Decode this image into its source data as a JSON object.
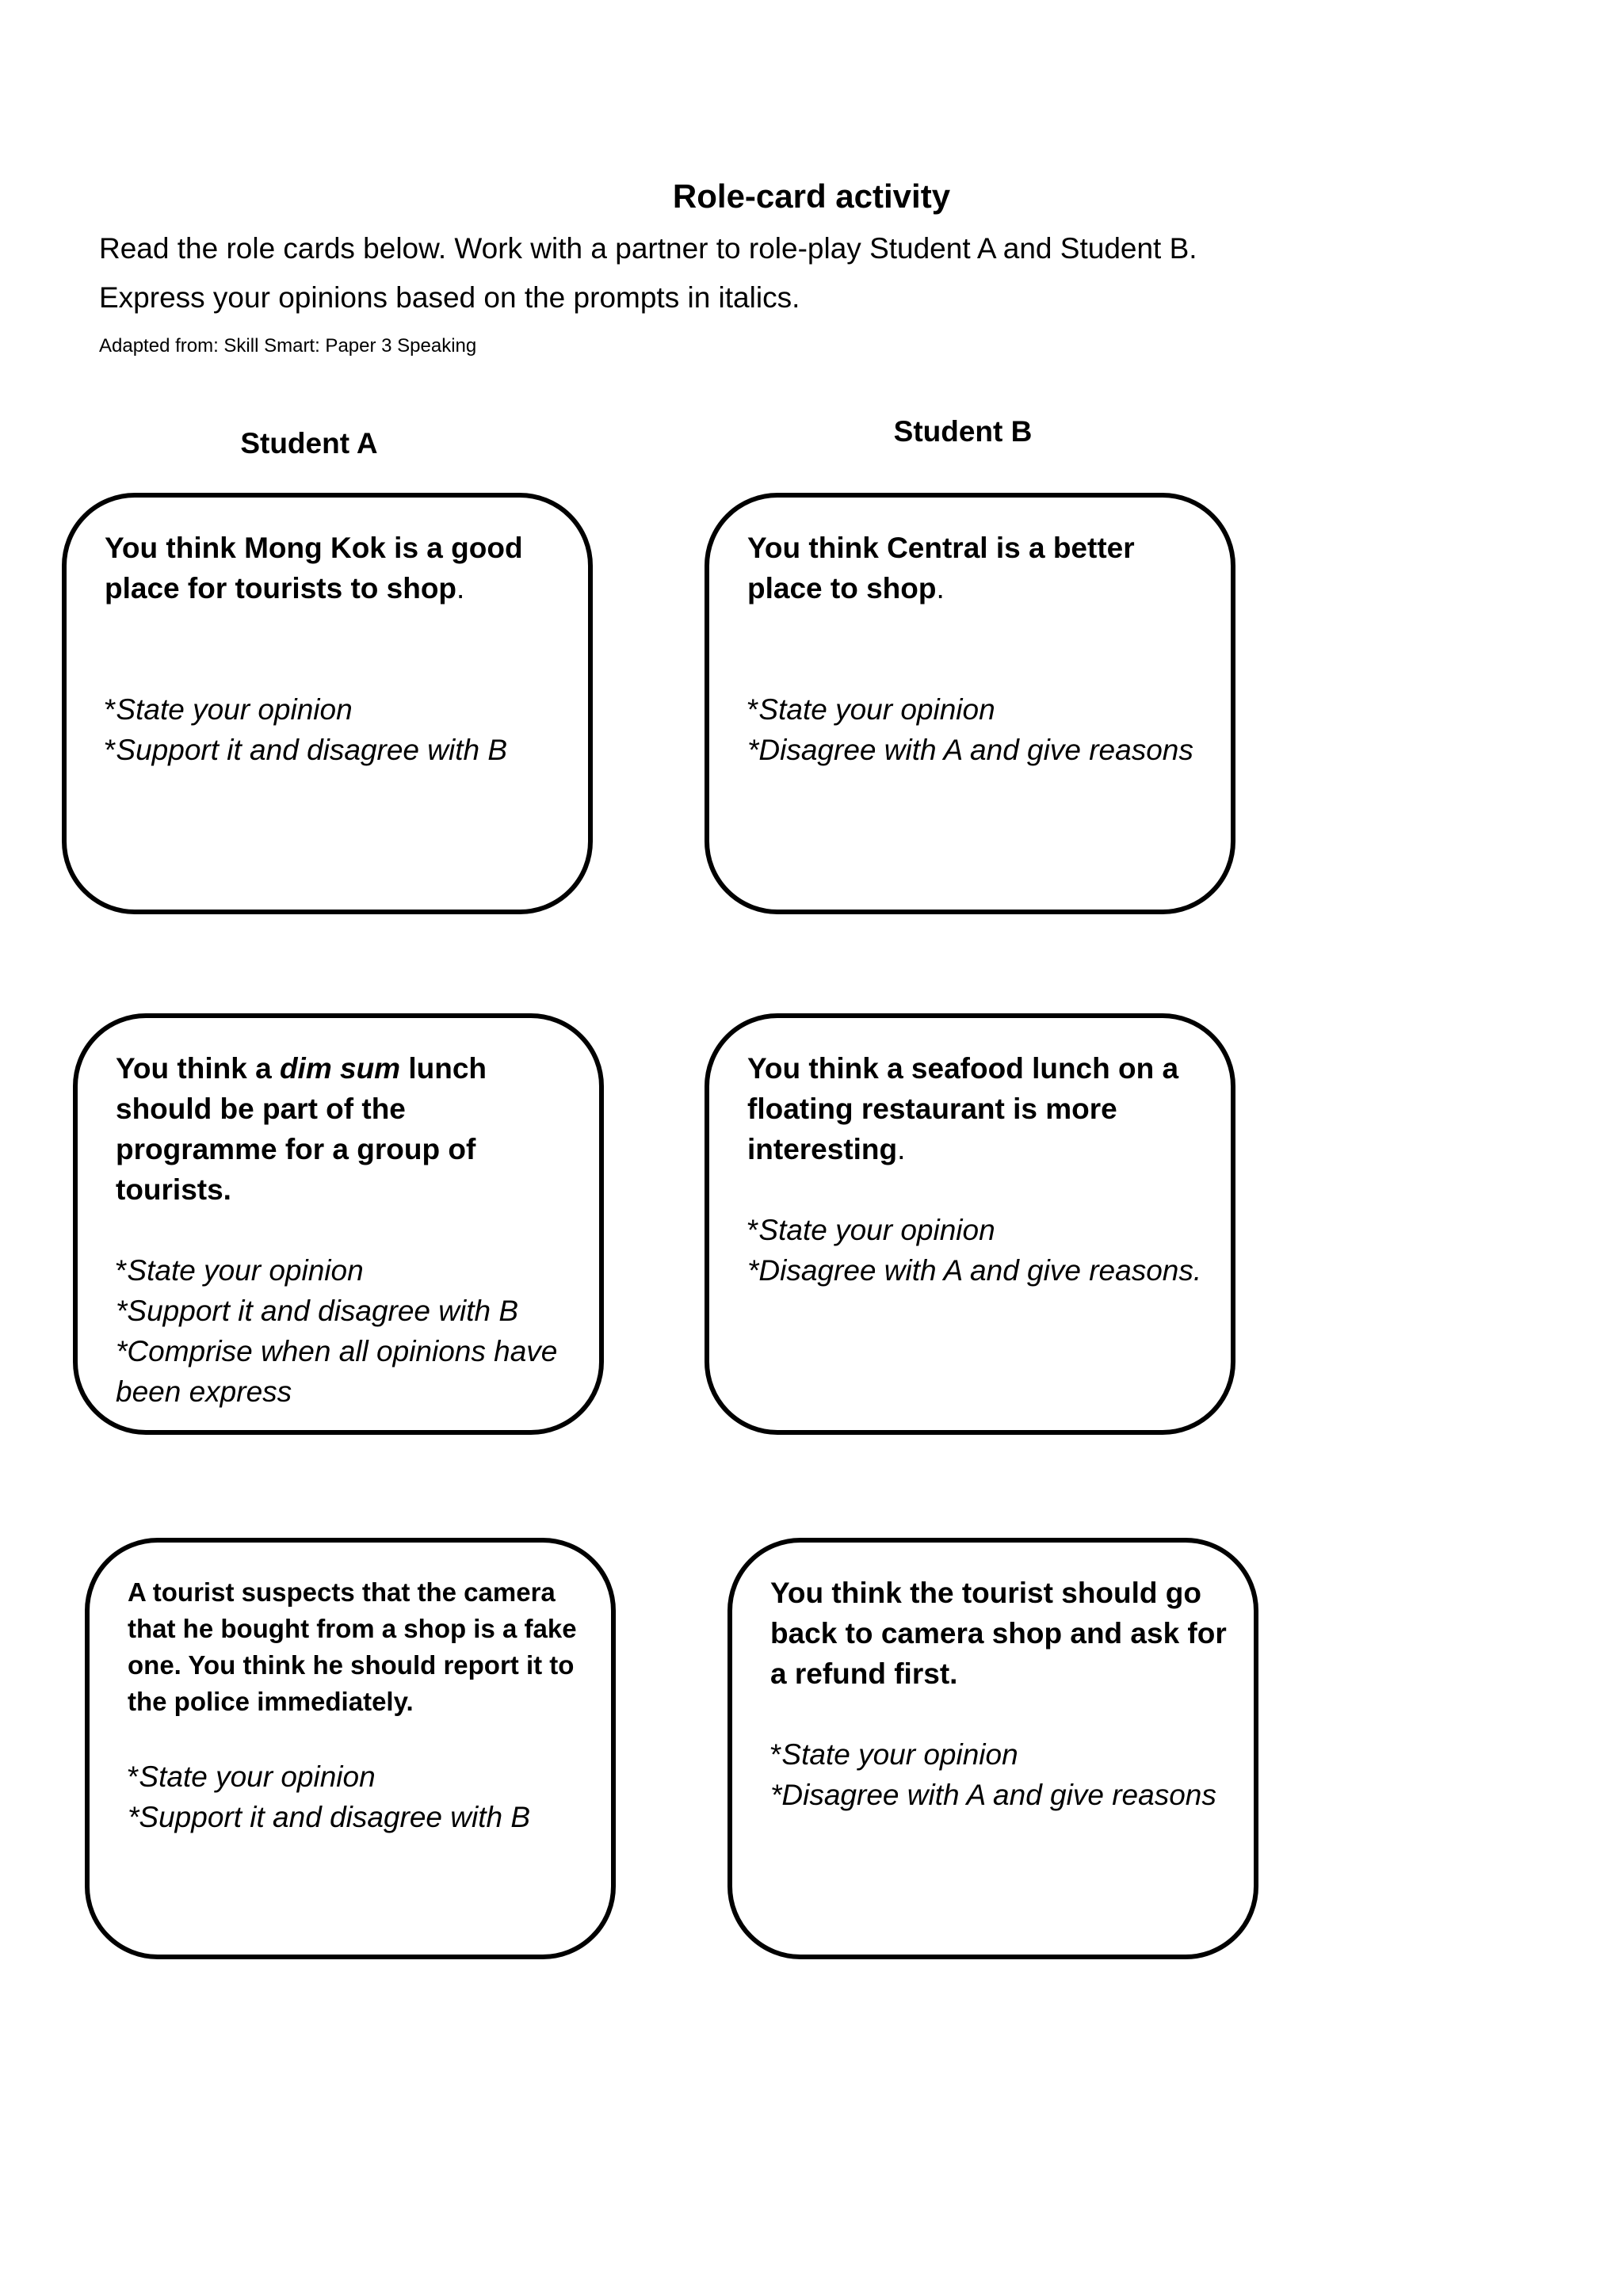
{
  "title": "Role-card activity",
  "instructions": {
    "line1": "Read the role cards below. Work with a partner to role-play Student A and Student B.",
    "line2": "Express your opinions based on the prompts in italics.",
    "source": "Adapted from: Skill Smart: Paper 3 Speaking"
  },
  "columns": {
    "student_a": "Student A",
    "student_b": "Student B"
  },
  "cards": {
    "a1": {
      "lead": "You think Mong Kok is a good place for tourists to shop",
      "lead_end": ".",
      "prompts": [
        "State your opinion",
        "Support it and disagree with B"
      ]
    },
    "b1": {
      "lead": "You think Central is a better place to shop",
      "lead_end": ".",
      "prompts": [
        "State your opinion",
        "Disagree with A and give reasons"
      ]
    },
    "a2": {
      "lead_pre": "You think a ",
      "lead_em": "dim sum",
      "lead_post": " lunch should be part of the programme for a group of tourists.",
      "prompts": [
        "State your opinion",
        "Support it and disagree with B",
        "Comprise when all opinions have been express"
      ]
    },
    "b2": {
      "lead": "You think a seafood lunch on a floating restaurant is more interesting",
      "lead_end": ".",
      "prompts": [
        "State your opinion",
        "Disagree with A and give reasons."
      ]
    },
    "a3": {
      "lead": "A tourist suspects that the camera that he bought from a shop is a fake one. You think he should report it to the police immediately.",
      "prompts": [
        "State your opinion",
        "Support it and disagree with B"
      ]
    },
    "b3": {
      "lead": "You think the tourist should go back to camera shop and ask for a refund first.",
      "prompts": [
        "State your opinion",
        "Disagree with A and give reasons"
      ]
    }
  }
}
